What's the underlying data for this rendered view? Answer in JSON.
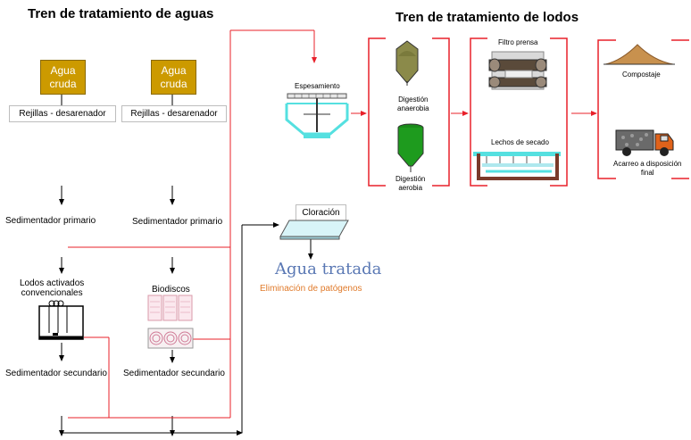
{
  "titles": {
    "water": "Tren de tratamiento de aguas",
    "sludge": "Tren de tratamiento de lodos"
  },
  "water_train": {
    "raw_water_1": "Agua\ncruda",
    "raw_water_2": "Agua\ncruda",
    "screens_1": "Rejillas -  desarenador",
    "screens_2": "Rejillas -  desarenador",
    "primary_1": "Sedimentador primario",
    "primary_2": "Sedimentador primario",
    "activated_sludge": "Lodos activados\nconvencionales",
    "biodiscs": "Biodiscos",
    "secondary_1": "Sedimentador secundario",
    "secondary_2": "Sedimentador secundario",
    "chlorination": "Cloración",
    "treated_water": "Agua tratada",
    "pathogen_removal": "Eliminación de patógenos"
  },
  "sludge_train": {
    "thickening": "Espesamiento",
    "anaerobic": "Digestión\nanaerobia",
    "aerobic": "Digestión\naerobia",
    "filter_press": "Filtro prensa",
    "drying_beds": "Lechos de secado",
    "composting": "Compostaje",
    "final_disposal": "Acarreo a disposición\nfinal"
  },
  "colors": {
    "red_line": "#e8202a",
    "gold": "#cc9a00",
    "treated_water": "#5a78b4",
    "pathogen_text": "#e07a2a",
    "digester_olive": "#8b8a4a",
    "digester_green": "#1e9b1e",
    "cyan": "#55e0e0"
  }
}
